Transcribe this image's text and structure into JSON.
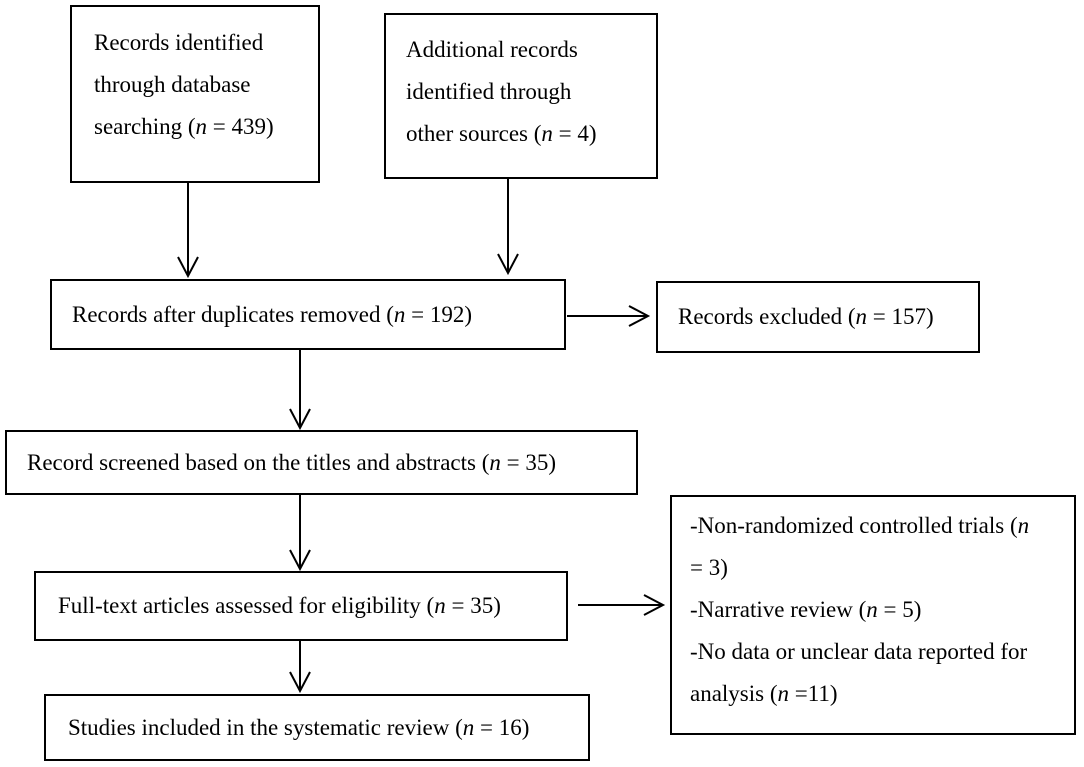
{
  "boxes": {
    "identified_db": {
      "lines": [
        {
          "text": "Records identified"
        },
        {
          "text": "through database"
        },
        {
          "pre": "searching (",
          "n": "n",
          "post": " = 439)"
        }
      ]
    },
    "identified_other": {
      "lines": [
        {
          "text": "Additional records"
        },
        {
          "text": "identified through"
        },
        {
          "pre": "other sources (",
          "n": "n",
          "post": " = 4)"
        }
      ]
    },
    "after_duplicates": {
      "lines": [
        {
          "pre": "Records after duplicates removed (",
          "n": "n",
          "post": " = 192)"
        }
      ]
    },
    "excluded": {
      "lines": [
        {
          "pre": "Records excluded (",
          "n": "n",
          "post": " = 157)"
        }
      ]
    },
    "screened": {
      "lines": [
        {
          "pre": "Record screened based on the titles and abstracts (",
          "n": "n",
          "post": " = 35)"
        }
      ]
    },
    "full_text": {
      "lines": [
        {
          "pre": "Full-text articles assessed for eligibility (",
          "n": "n",
          "post": " = 35)"
        }
      ]
    },
    "exclusions_detail": {
      "lines": [
        {
          "pre": "-Non-randomized controlled trials (",
          "n": "n",
          "post": ""
        },
        {
          "text": "= 3)"
        },
        {
          "pre": "-Narrative review (",
          "n": "n",
          "post": " = 5)"
        },
        {
          "text": "-No data or unclear data reported for"
        },
        {
          "pre": "analysis (",
          "n": "n",
          "post": " =11)"
        }
      ]
    },
    "included": {
      "lines": [
        {
          "pre": "Studies included in the systematic review (",
          "n": "n",
          "post": " = 16)"
        }
      ]
    }
  }
}
